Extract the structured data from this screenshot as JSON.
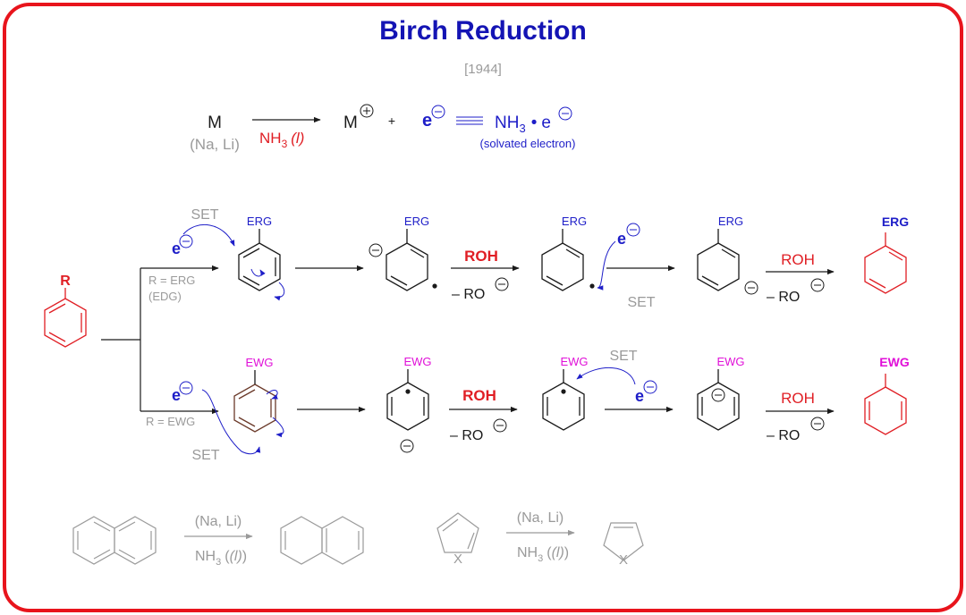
{
  "title": "Birch Reduction",
  "year": "[1944]",
  "colors": {
    "frame": "#e8141c",
    "title": "#1414b4",
    "red": "#e01e24",
    "blue": "#1e1ec8",
    "magenta": "#e010d8",
    "gray": "#9a9a9a",
    "black": "#1a1a1a"
  },
  "electron_eq": {
    "metal": "M",
    "metal_options": "(Na, Li)",
    "solvent": "NH",
    "solvent_sub": "3",
    "solvent_state": "(l)",
    "cation": "M",
    "plus": "+",
    "electron": "e",
    "solvated": "NH",
    "solvated_sub": "3",
    "dot": "•",
    "solvated_e": "e",
    "solvated_note": "(solvated electron)"
  },
  "substrate_label": "R",
  "erg_branch": {
    "condition": "R = ERG",
    "condition_alt": "(EDG)",
    "set_1": "SET",
    "electron": "e",
    "substituent": "ERG",
    "proton_source": "ROH",
    "byproduct": "– RO",
    "set_2": "SET",
    "product_substituent": "ERG"
  },
  "ewg_branch": {
    "condition": "R = EWG",
    "set_1": "SET",
    "electron": "e",
    "substituent": "EWG",
    "proton_source": "ROH",
    "byproduct": "– RO",
    "set_2": "SET",
    "product_substituent": "EWG"
  },
  "examples": {
    "reagent_top": "(Na, Li)",
    "reagent_bottom": "NH",
    "reagent_sub": "3",
    "reagent_state": "(l)",
    "heteroatom": "X"
  }
}
